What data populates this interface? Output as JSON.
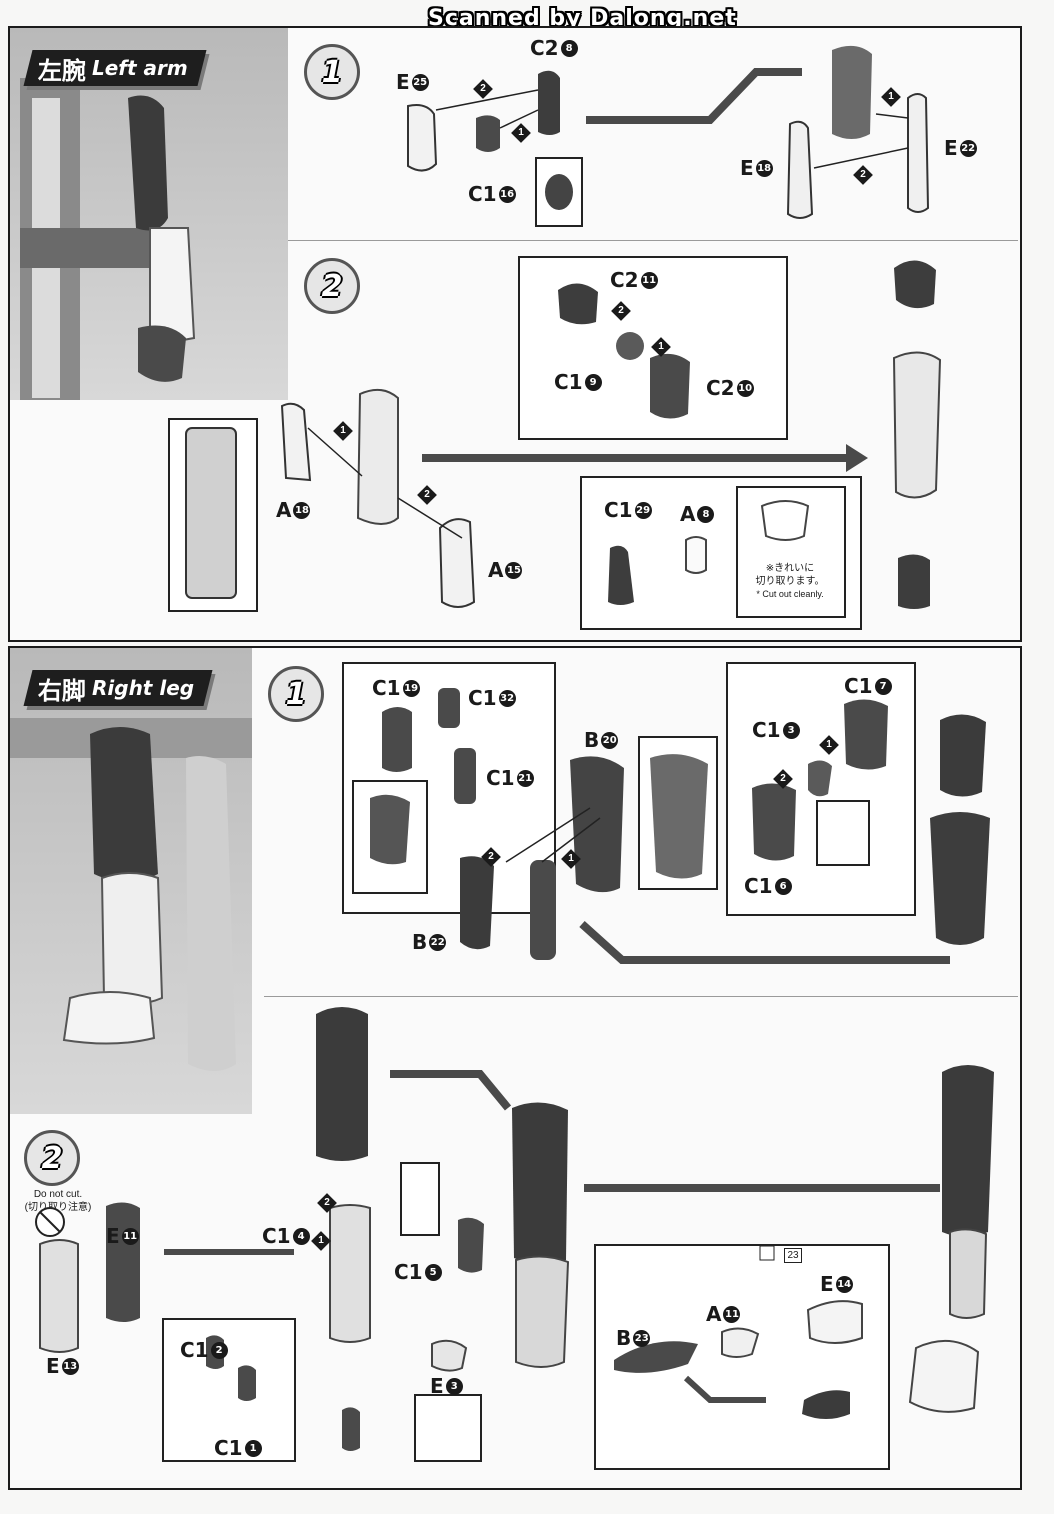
{
  "watermark": "Scanned by Dalong.net",
  "left_arm": {
    "title_jp": "左腕",
    "title_en": "Left arm",
    "step1": {
      "badge": "1",
      "parts": [
        {
          "code": "E",
          "num": "25"
        },
        {
          "code": "C2",
          "num": "8"
        },
        {
          "code": "C1",
          "num": "16"
        },
        {
          "code": "E",
          "num": "18"
        },
        {
          "code": "E",
          "num": "22"
        }
      ],
      "orders": [
        "2",
        "1",
        "1",
        "2"
      ]
    },
    "step2": {
      "badge": "2",
      "parts": [
        {
          "code": "C2",
          "num": "11"
        },
        {
          "code": "C1",
          "num": "9"
        },
        {
          "code": "C2",
          "num": "10"
        },
        {
          "code": "A",
          "num": "18"
        },
        {
          "code": "A",
          "num": "15"
        },
        {
          "code": "C1",
          "num": "29"
        },
        {
          "code": "A",
          "num": "8"
        }
      ],
      "orders": [
        "2",
        "1",
        "1",
        "2"
      ],
      "note_jp_1": "※きれいに",
      "note_jp_2": "切り取ります。",
      "note_en": "* Cut out cleanly."
    }
  },
  "right_leg": {
    "title_jp": "右脚",
    "title_en": "Right leg",
    "step1": {
      "badge": "1",
      "parts": [
        {
          "code": "C1",
          "num": "19"
        },
        {
          "code": "C1",
          "num": "32"
        },
        {
          "code": "C1",
          "num": "21"
        },
        {
          "code": "B",
          "num": "20"
        },
        {
          "code": "B",
          "num": "22"
        },
        {
          "code": "C1",
          "num": "7"
        },
        {
          "code": "C1",
          "num": "3"
        },
        {
          "code": "C1",
          "num": "6"
        }
      ],
      "orders": [
        "2",
        "1",
        "1",
        "2"
      ]
    },
    "step2": {
      "badge": "2",
      "parts": [
        {
          "code": "E",
          "num": "11"
        },
        {
          "code": "E",
          "num": "13"
        },
        {
          "code": "C1",
          "num": "4"
        },
        {
          "code": "C1",
          "num": "2"
        },
        {
          "code": "C1",
          "num": "1"
        },
        {
          "code": "C1",
          "num": "5"
        },
        {
          "code": "E",
          "num": "3"
        },
        {
          "code": "E",
          "num": "14"
        },
        {
          "code": "A",
          "num": "11"
        },
        {
          "code": "B",
          "num": "23"
        }
      ],
      "orders": [
        "2",
        "1"
      ],
      "warn_en": "Do not cut.",
      "warn_jp": "(切り取り注意)",
      "sticker_ref": "23"
    }
  }
}
